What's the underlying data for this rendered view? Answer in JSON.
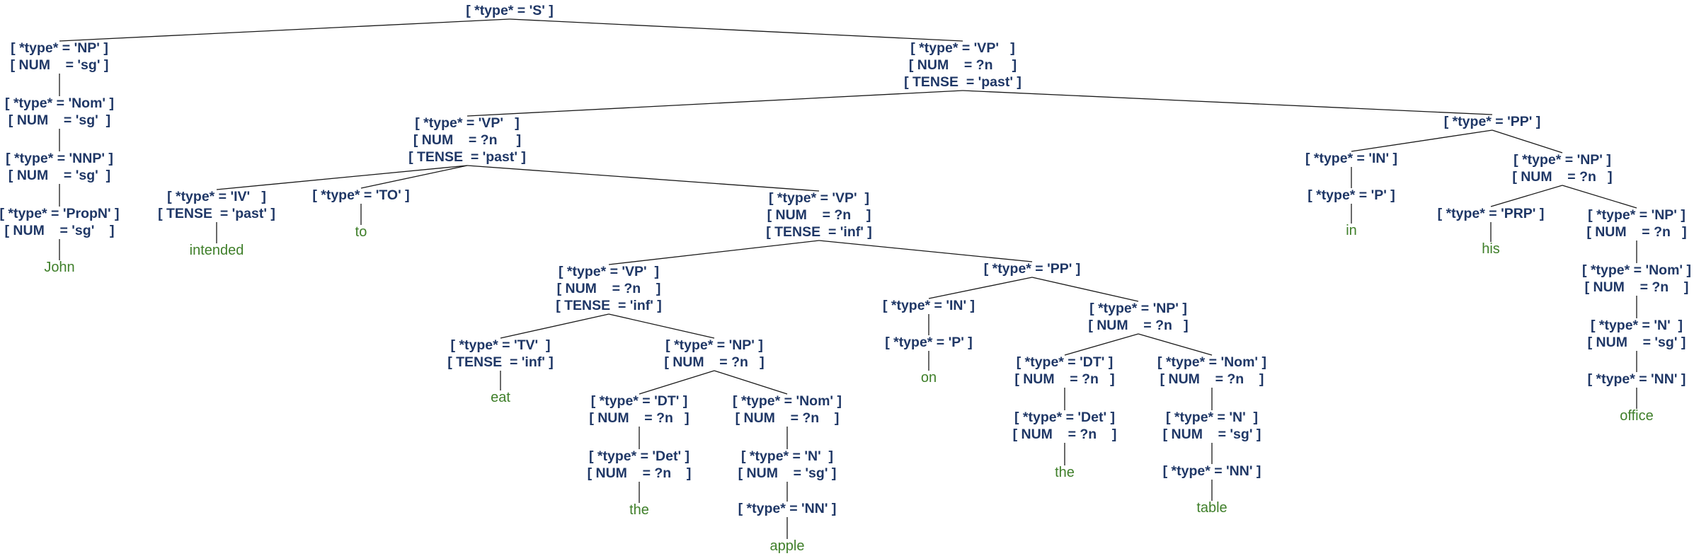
{
  "tree": {
    "nodes": [
      {
        "id": "n0",
        "lines": [
          "[ *type* = 'S' ]"
        ]
      },
      {
        "id": "n1",
        "lines": [
          "[ *type* = 'NP' ]",
          "[ NUM    = 'sg' ]"
        ]
      },
      {
        "id": "n2",
        "lines": [
          "[ *type* = 'Nom' ]",
          "[ NUM    = 'sg'  ]"
        ]
      },
      {
        "id": "n3",
        "lines": [
          "[ *type* = 'NNP' ]",
          "[ NUM    = 'sg'  ]"
        ]
      },
      {
        "id": "n4",
        "lines": [
          "[ *type* = 'PropN' ]",
          "[ NUM    = 'sg'    ]"
        ]
      },
      {
        "id": "n5",
        "lines": [
          "[ *type* = 'VP'   ]",
          "[ NUM    = ?n     ]",
          "[ TENSE  = 'past' ]"
        ]
      },
      {
        "id": "n6",
        "lines": [
          "[ *type* = 'VP'   ]",
          "[ NUM    = ?n     ]",
          "[ TENSE  = 'past' ]"
        ]
      },
      {
        "id": "n7",
        "lines": [
          "[ *type* = 'IV'   ]",
          "[ TENSE  = 'past' ]"
        ]
      },
      {
        "id": "n8",
        "lines": [
          "[ *type* = 'TO' ]"
        ]
      },
      {
        "id": "n9",
        "lines": [
          "[ *type* = 'VP'  ]",
          "[ NUM    = ?n    ]",
          "[ TENSE  = 'inf' ]"
        ]
      },
      {
        "id": "n10",
        "lines": [
          "[ *type* = 'VP'  ]",
          "[ NUM    = ?n    ]",
          "[ TENSE  = 'inf' ]"
        ]
      },
      {
        "id": "n11",
        "lines": [
          "[ *type* = 'TV'  ]",
          "[ TENSE  = 'inf' ]"
        ]
      },
      {
        "id": "n12",
        "lines": [
          "[ *type* = 'NP' ]",
          "[ NUM    = ?n   ]"
        ]
      },
      {
        "id": "n13",
        "lines": [
          "[ *type* = 'DT' ]",
          "[ NUM    = ?n   ]"
        ]
      },
      {
        "id": "n14",
        "lines": [
          "[ *type* = 'Det' ]",
          "[ NUM    = ?n    ]"
        ]
      },
      {
        "id": "n15",
        "lines": [
          "[ *type* = 'Nom' ]",
          "[ NUM    = ?n    ]"
        ]
      },
      {
        "id": "n16",
        "lines": [
          "[ *type* = 'N'  ]",
          "[ NUM    = 'sg' ]"
        ]
      },
      {
        "id": "n17",
        "lines": [
          "[ *type* = 'NN' ]"
        ]
      },
      {
        "id": "n18",
        "lines": [
          "[ *type* = 'PP' ]"
        ]
      },
      {
        "id": "n19",
        "lines": [
          "[ *type* = 'IN' ]"
        ]
      },
      {
        "id": "n20",
        "lines": [
          "[ *type* = 'P' ]"
        ]
      },
      {
        "id": "n21",
        "lines": [
          "[ *type* = 'NP' ]",
          "[ NUM    = ?n   ]"
        ]
      },
      {
        "id": "n22",
        "lines": [
          "[ *type* = 'DT' ]",
          "[ NUM    = ?n   ]"
        ]
      },
      {
        "id": "n23",
        "lines": [
          "[ *type* = 'Det' ]",
          "[ NUM    = ?n    ]"
        ]
      },
      {
        "id": "n24",
        "lines": [
          "[ *type* = 'Nom' ]",
          "[ NUM    = ?n    ]"
        ]
      },
      {
        "id": "n25",
        "lines": [
          "[ *type* = 'N'  ]",
          "[ NUM    = 'sg' ]"
        ]
      },
      {
        "id": "n26",
        "lines": [
          "[ *type* = 'NN' ]"
        ]
      },
      {
        "id": "n27",
        "lines": [
          "[ *type* = 'PP' ]"
        ]
      },
      {
        "id": "n28",
        "lines": [
          "[ *type* = 'IN' ]"
        ]
      },
      {
        "id": "n29",
        "lines": [
          "[ *type* = 'P' ]"
        ]
      },
      {
        "id": "n30",
        "lines": [
          "[ *type* = 'NP' ]",
          "[ NUM    = ?n   ]"
        ]
      },
      {
        "id": "n31",
        "lines": [
          "[ *type* = 'PRP' ]"
        ]
      },
      {
        "id": "n32",
        "lines": [
          "[ *type* = 'NP' ]",
          "[ NUM    = ?n   ]"
        ]
      },
      {
        "id": "n33",
        "lines": [
          "[ *type* = 'Nom' ]",
          "[ NUM    = ?n    ]"
        ]
      },
      {
        "id": "n34",
        "lines": [
          "[ *type* = 'N'  ]",
          "[ NUM    = 'sg' ]"
        ]
      },
      {
        "id": "n35",
        "lines": [
          "[ *type* = 'NN' ]"
        ]
      }
    ],
    "leaves": [
      {
        "id": "w0",
        "word": "John"
      },
      {
        "id": "w1",
        "word": "intended"
      },
      {
        "id": "w2",
        "word": "to"
      },
      {
        "id": "w3",
        "word": "eat"
      },
      {
        "id": "w4",
        "word": "the"
      },
      {
        "id": "w5",
        "word": "apple"
      },
      {
        "id": "w6",
        "word": "on"
      },
      {
        "id": "w7",
        "word": "the"
      },
      {
        "id": "w8",
        "word": "table"
      },
      {
        "id": "w9",
        "word": "in"
      },
      {
        "id": "w10",
        "word": "his"
      },
      {
        "id": "w11",
        "word": "office"
      }
    ],
    "edges": [
      [
        "n0",
        "n1"
      ],
      [
        "n0",
        "n5"
      ],
      [
        "n1",
        "n2"
      ],
      [
        "n2",
        "n3"
      ],
      [
        "n3",
        "n4"
      ],
      [
        "n4",
        "w0"
      ],
      [
        "n5",
        "n6"
      ],
      [
        "n5",
        "n27"
      ],
      [
        "n6",
        "n7"
      ],
      [
        "n6",
        "n8"
      ],
      [
        "n6",
        "n9"
      ],
      [
        "n7",
        "w1"
      ],
      [
        "n8",
        "w2"
      ],
      [
        "n9",
        "n10"
      ],
      [
        "n9",
        "n18"
      ],
      [
        "n10",
        "n11"
      ],
      [
        "n10",
        "n12"
      ],
      [
        "n11",
        "w3"
      ],
      [
        "n12",
        "n13"
      ],
      [
        "n12",
        "n15"
      ],
      [
        "n13",
        "n14"
      ],
      [
        "n14",
        "w4"
      ],
      [
        "n15",
        "n16"
      ],
      [
        "n16",
        "n17"
      ],
      [
        "n17",
        "w5"
      ],
      [
        "n18",
        "n19"
      ],
      [
        "n18",
        "n21"
      ],
      [
        "n19",
        "n20"
      ],
      [
        "n20",
        "w6"
      ],
      [
        "n21",
        "n22"
      ],
      [
        "n21",
        "n24"
      ],
      [
        "n22",
        "n23"
      ],
      [
        "n23",
        "w7"
      ],
      [
        "n24",
        "n25"
      ],
      [
        "n25",
        "n26"
      ],
      [
        "n26",
        "w8"
      ],
      [
        "n27",
        "n28"
      ],
      [
        "n27",
        "n30"
      ],
      [
        "n28",
        "n29"
      ],
      [
        "n29",
        "w9"
      ],
      [
        "n30",
        "n31"
      ],
      [
        "n30",
        "n32"
      ],
      [
        "n31",
        "w10"
      ],
      [
        "n32",
        "n33"
      ],
      [
        "n33",
        "n34"
      ],
      [
        "n34",
        "n35"
      ],
      [
        "n35",
        "w11"
      ]
    ]
  }
}
